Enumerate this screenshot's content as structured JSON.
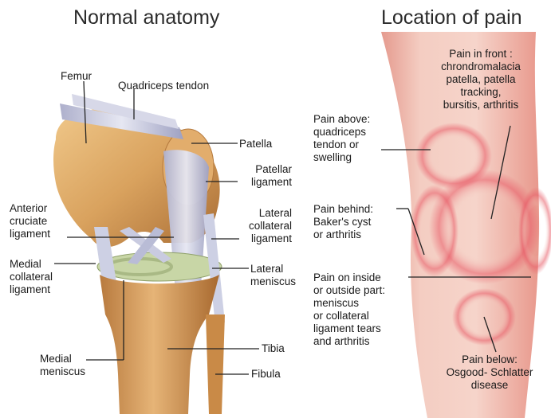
{
  "titles": {
    "left": "Normal anatomy",
    "right": "Location of pain"
  },
  "anatomy_labels": {
    "femur": "Femur",
    "quadriceps_tendon": "Quadriceps tendon",
    "patella": "Patella",
    "patellar_ligament": "Patellar\nligament",
    "anterior_cruciate_ligament": "Anterior\ncruciate\nligament",
    "lateral_collateral_ligament": "Lateral\ncollateral\nligament",
    "medial_collateral_ligament": "Medial\ncollateral\nligament",
    "lateral_meniscus": "Lateral\nmeniscus",
    "medial_meniscus": "Medial\nmeniscus",
    "tibia": "Tibia",
    "fibula": "Fibula"
  },
  "pain_labels": {
    "front": "Pain in front :\nchrondromalacia\npatella, patella\ntracking,\nbursitis, arthritis",
    "above": "Pain above:\nquadriceps\ntendon or\nswelling",
    "behind": "Pain behind:\nBaker's cyst\nor arthritis",
    "inside_outside": "Pain on inside\nor outside part:\nmeniscus\nor collateral\nligament tears\nand arthritis",
    "below": "Pain below:\nOsgood- Schlatter\ndisease"
  },
  "colors": {
    "bone": "#d9a25e",
    "ligament": "#c9cbe0",
    "skin": "#f2c7bb",
    "pain_ring": "#e0525f",
    "cartilage": "#c8d6a6"
  }
}
